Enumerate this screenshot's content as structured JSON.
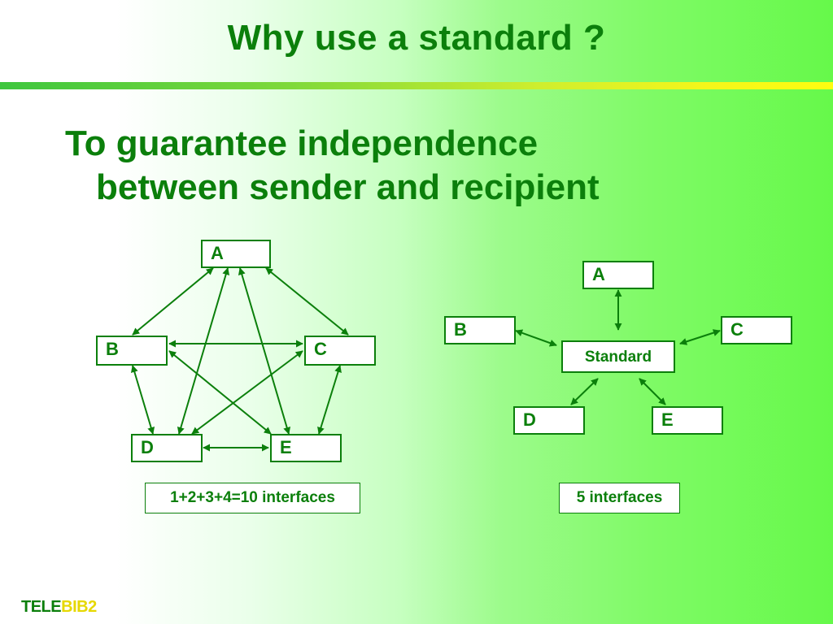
{
  "slide": {
    "title": "Why use a standard ?",
    "subtitle_line1": "To guarantee independence",
    "subtitle_line2": "between sender and recipient"
  },
  "left_diagram": {
    "nodes": [
      "A",
      "B",
      "C",
      "D",
      "E"
    ],
    "caption": "1+2+3+4=10 interfaces"
  },
  "right_diagram": {
    "nodes": [
      "A",
      "B",
      "C",
      "D",
      "E"
    ],
    "hub": "Standard",
    "caption": "5 interfaces"
  },
  "logo": {
    "part1": "TELE",
    "part2": "BIB2"
  },
  "colors": {
    "accent": "#0b7f0b",
    "logo_yellow": "#e6d800"
  }
}
